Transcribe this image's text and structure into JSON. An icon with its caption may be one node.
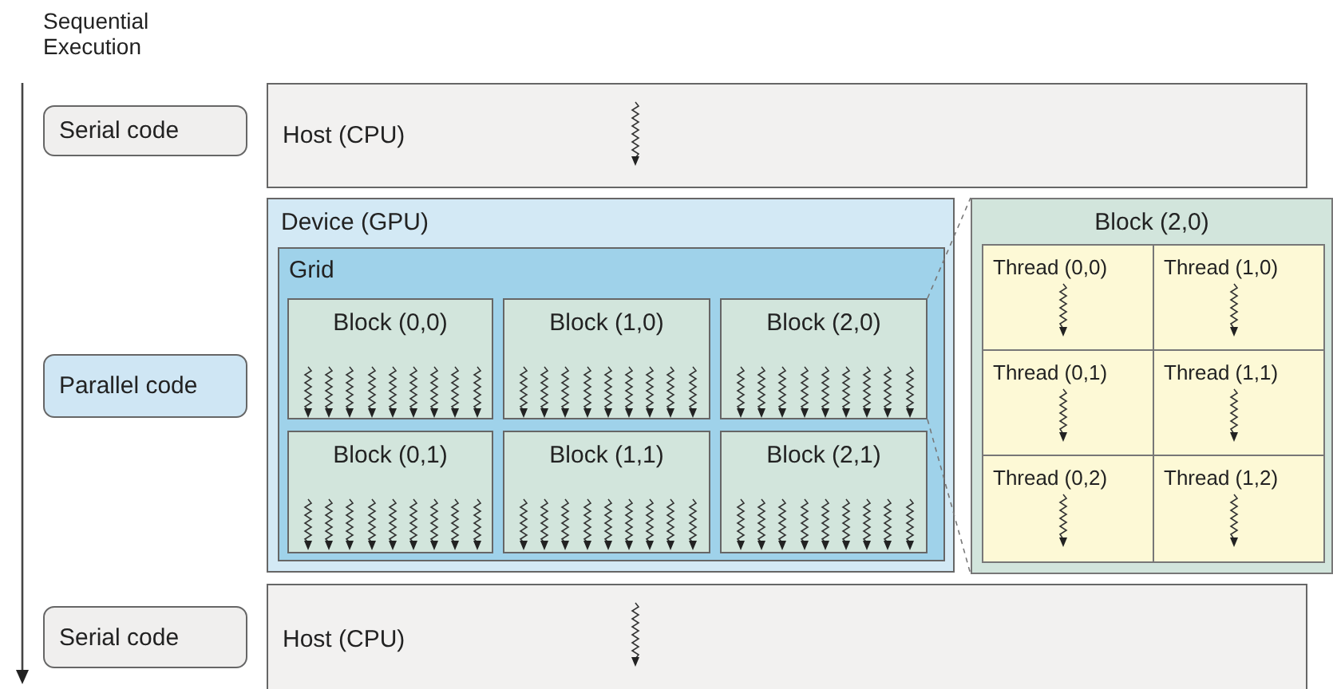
{
  "diagram": {
    "nodes": [
      {
        "text": [
          "Serial code"
        ]
      },
      {
        "text": [
          "Host (CPU)"
        ]
      },
      {
        "text": [
          "Parallel code"
        ]
      },
      {
        "text": [
          "Device (GPU)"
        ]
      },
      {
        "text": [
          "Grid"
        ],
        "in": 3
      },
      {
        "text": [
          "Block (0,0)"
        ],
        "in": 4
      },
      {
        "text": [
          "Block (1,0)"
        ],
        "in": 4
      },
      {
        "text": [
          "Block (2,0)"
        ],
        "in": 4
      },
      {
        "text": [
          "Block (0,1)"
        ],
        "in": 4
      },
      {
        "text": [
          "Block (1,1)"
        ],
        "in": 4
      },
      {
        "text": [
          "Block (2,1)"
        ],
        "in": 4
      },
      {
        "text": [
          "Serial code"
        ]
      },
      {
        "text": [
          "Host (CPU)"
        ]
      },
      {
        "text": [
          "Block (2,0)"
        ]
      },
      {
        "text": [
          "Thread (0,0)"
        ],
        "in": 13
      },
      {
        "text": [
          "Thread (1,0)"
        ],
        "in": 13
      },
      {
        "text": [
          "Thread (0,1)"
        ],
        "in": 13
      },
      {
        "text": [
          "Thread (1,1)"
        ],
        "in": 13
      },
      {
        "text": [
          "Thread (0,2)"
        ],
        "in": 13
      },
      {
        "text": [
          "Thread (1,2)"
        ],
        "in": 13
      }
    ],
    "edges": [
      {
        "from": 7,
        "to": 13,
        "arrow": "none",
        "style": "dashed"
      }
    ],
    "labels": [
      "Sequential Execution"
    ]
  }
}
